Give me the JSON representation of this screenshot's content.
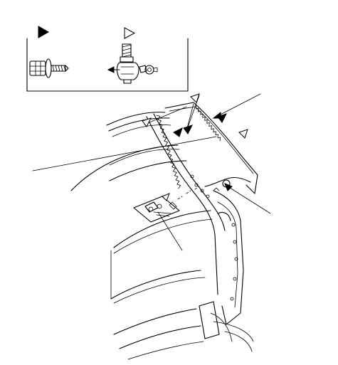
{
  "figure": {
    "description_labels": [],
    "legend": {
      "items": [
        {
          "symbol": "filled-triangle-icon",
          "part": "bolt-with-washer"
        },
        {
          "symbol": "hollow-triangle-icon",
          "part": "push-type-clip"
        }
      ]
    },
    "callouts": {
      "count": 4
    },
    "colors": {
      "ink": "#000000",
      "paper": "#ffffff"
    }
  }
}
